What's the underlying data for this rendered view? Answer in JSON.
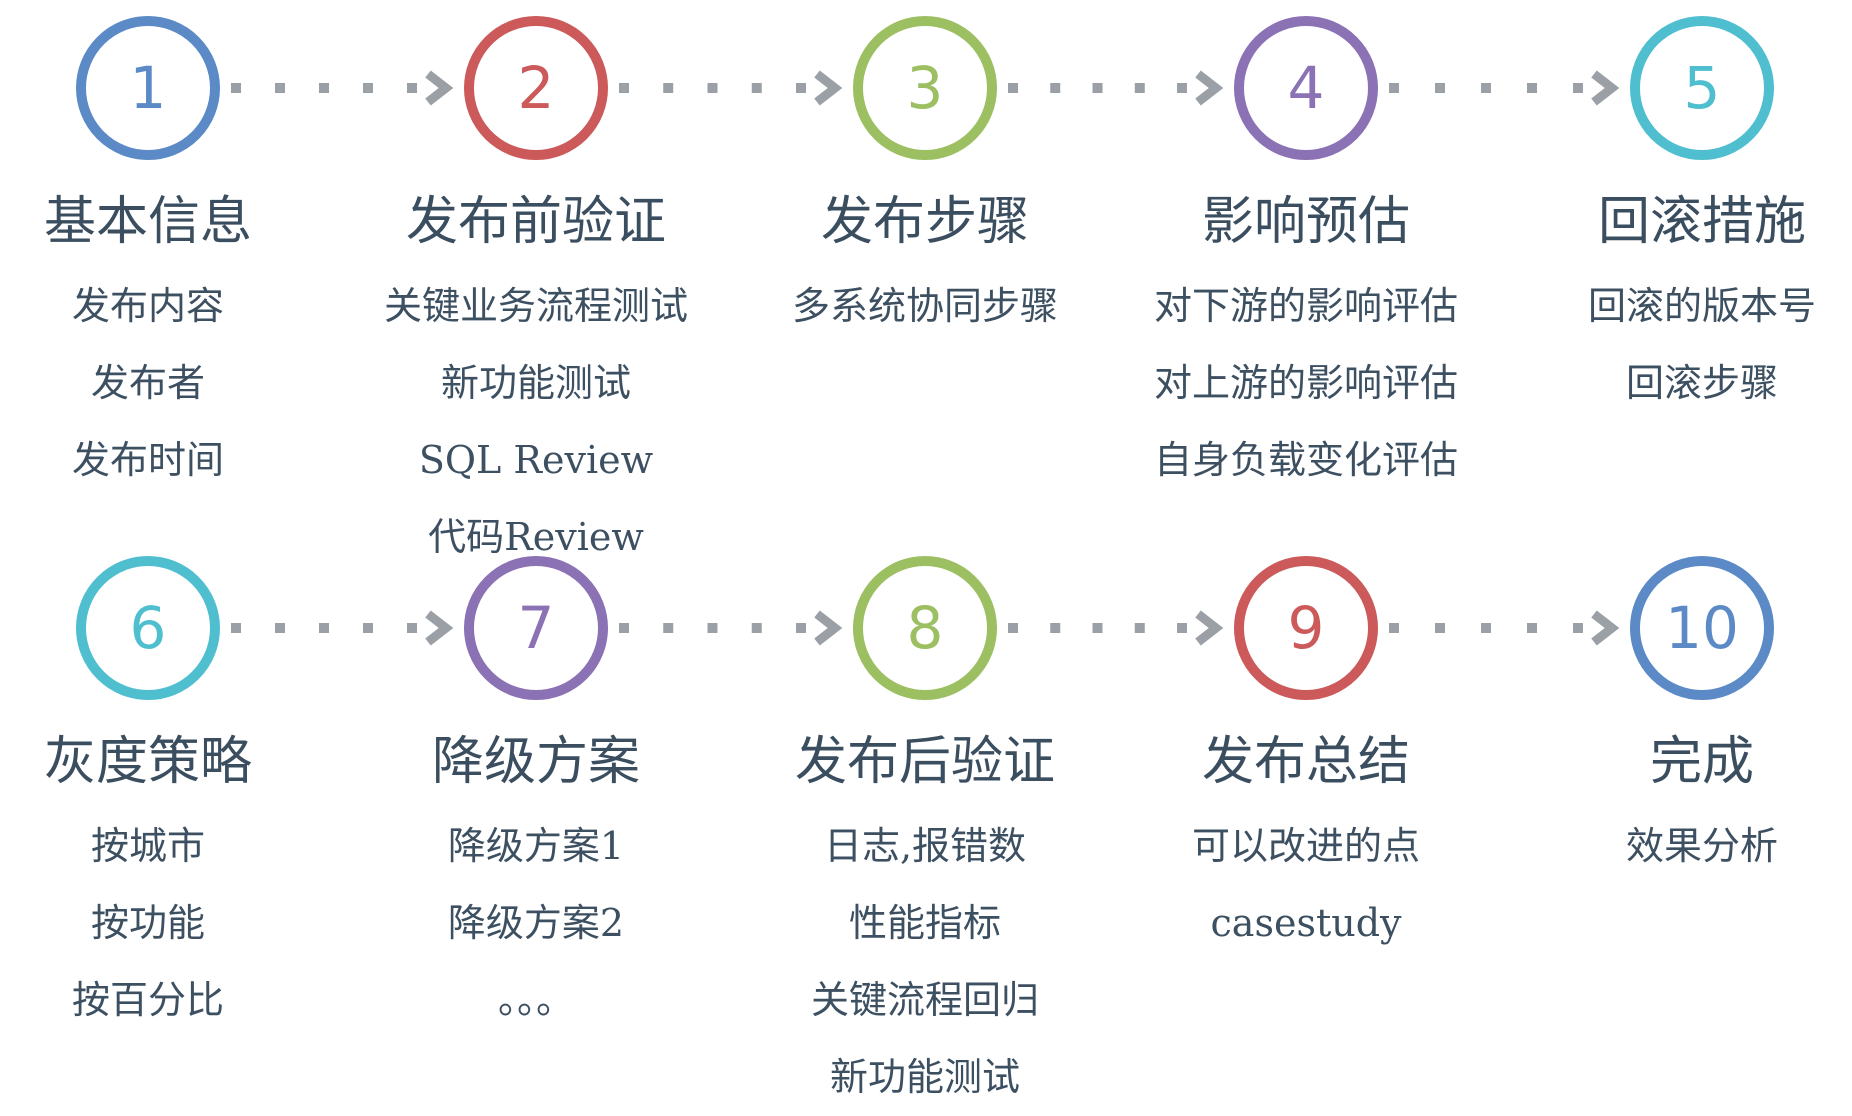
{
  "colors": {
    "blue": "#5b8ac6",
    "red": "#cc5a5a",
    "green": "#9cbf62",
    "purple": "#8a72b5",
    "teal": "#4fbfd0",
    "arrow": "#9aa0a6",
    "text": "#3d4f5f"
  },
  "rows": [
    {
      "steps": [
        {
          "number": "1",
          "color": "#5b8ac6",
          "title": "基本信息",
          "items": [
            "发布内容",
            "发布者",
            "发布时间"
          ]
        },
        {
          "number": "2",
          "color": "#cc5a5a",
          "title": "发布前验证",
          "items": [
            "关键业务流程测试",
            "新功能测试",
            "SQL Review",
            "代码Review"
          ]
        },
        {
          "number": "3",
          "color": "#9cbf62",
          "title": "发布步骤",
          "items": [
            "多系统协同步骤"
          ]
        },
        {
          "number": "4",
          "color": "#8a72b5",
          "title": "影响预估",
          "items": [
            "对下游的影响评估",
            "对上游的影响评估",
            "自身负载变化评估"
          ]
        },
        {
          "number": "5",
          "color": "#4fbfd0",
          "title": "回滚措施",
          "items": [
            "回滚的版本号",
            "回滚步骤"
          ]
        }
      ]
    },
    {
      "steps": [
        {
          "number": "6",
          "color": "#4fbfd0",
          "title": "灰度策略",
          "items": [
            "按城市",
            "按功能",
            "按百分比"
          ]
        },
        {
          "number": "7",
          "color": "#8a72b5",
          "title": "降级方案",
          "items": [
            "降级方案1",
            "降级方案2",
            "。。。"
          ]
        },
        {
          "number": "8",
          "color": "#9cbf62",
          "title": "发布后验证",
          "items": [
            "日志,报错数",
            "性能指标",
            "关键流程回归",
            "新功能测试"
          ]
        },
        {
          "number": "9",
          "color": "#cc5a5a",
          "title": "发布总结",
          "items": [
            "可以改进的点",
            "casestudy"
          ]
        },
        {
          "number": "10",
          "color": "#5b8ac6",
          "title": "完成",
          "items": [
            "效果分析"
          ]
        }
      ]
    }
  ]
}
